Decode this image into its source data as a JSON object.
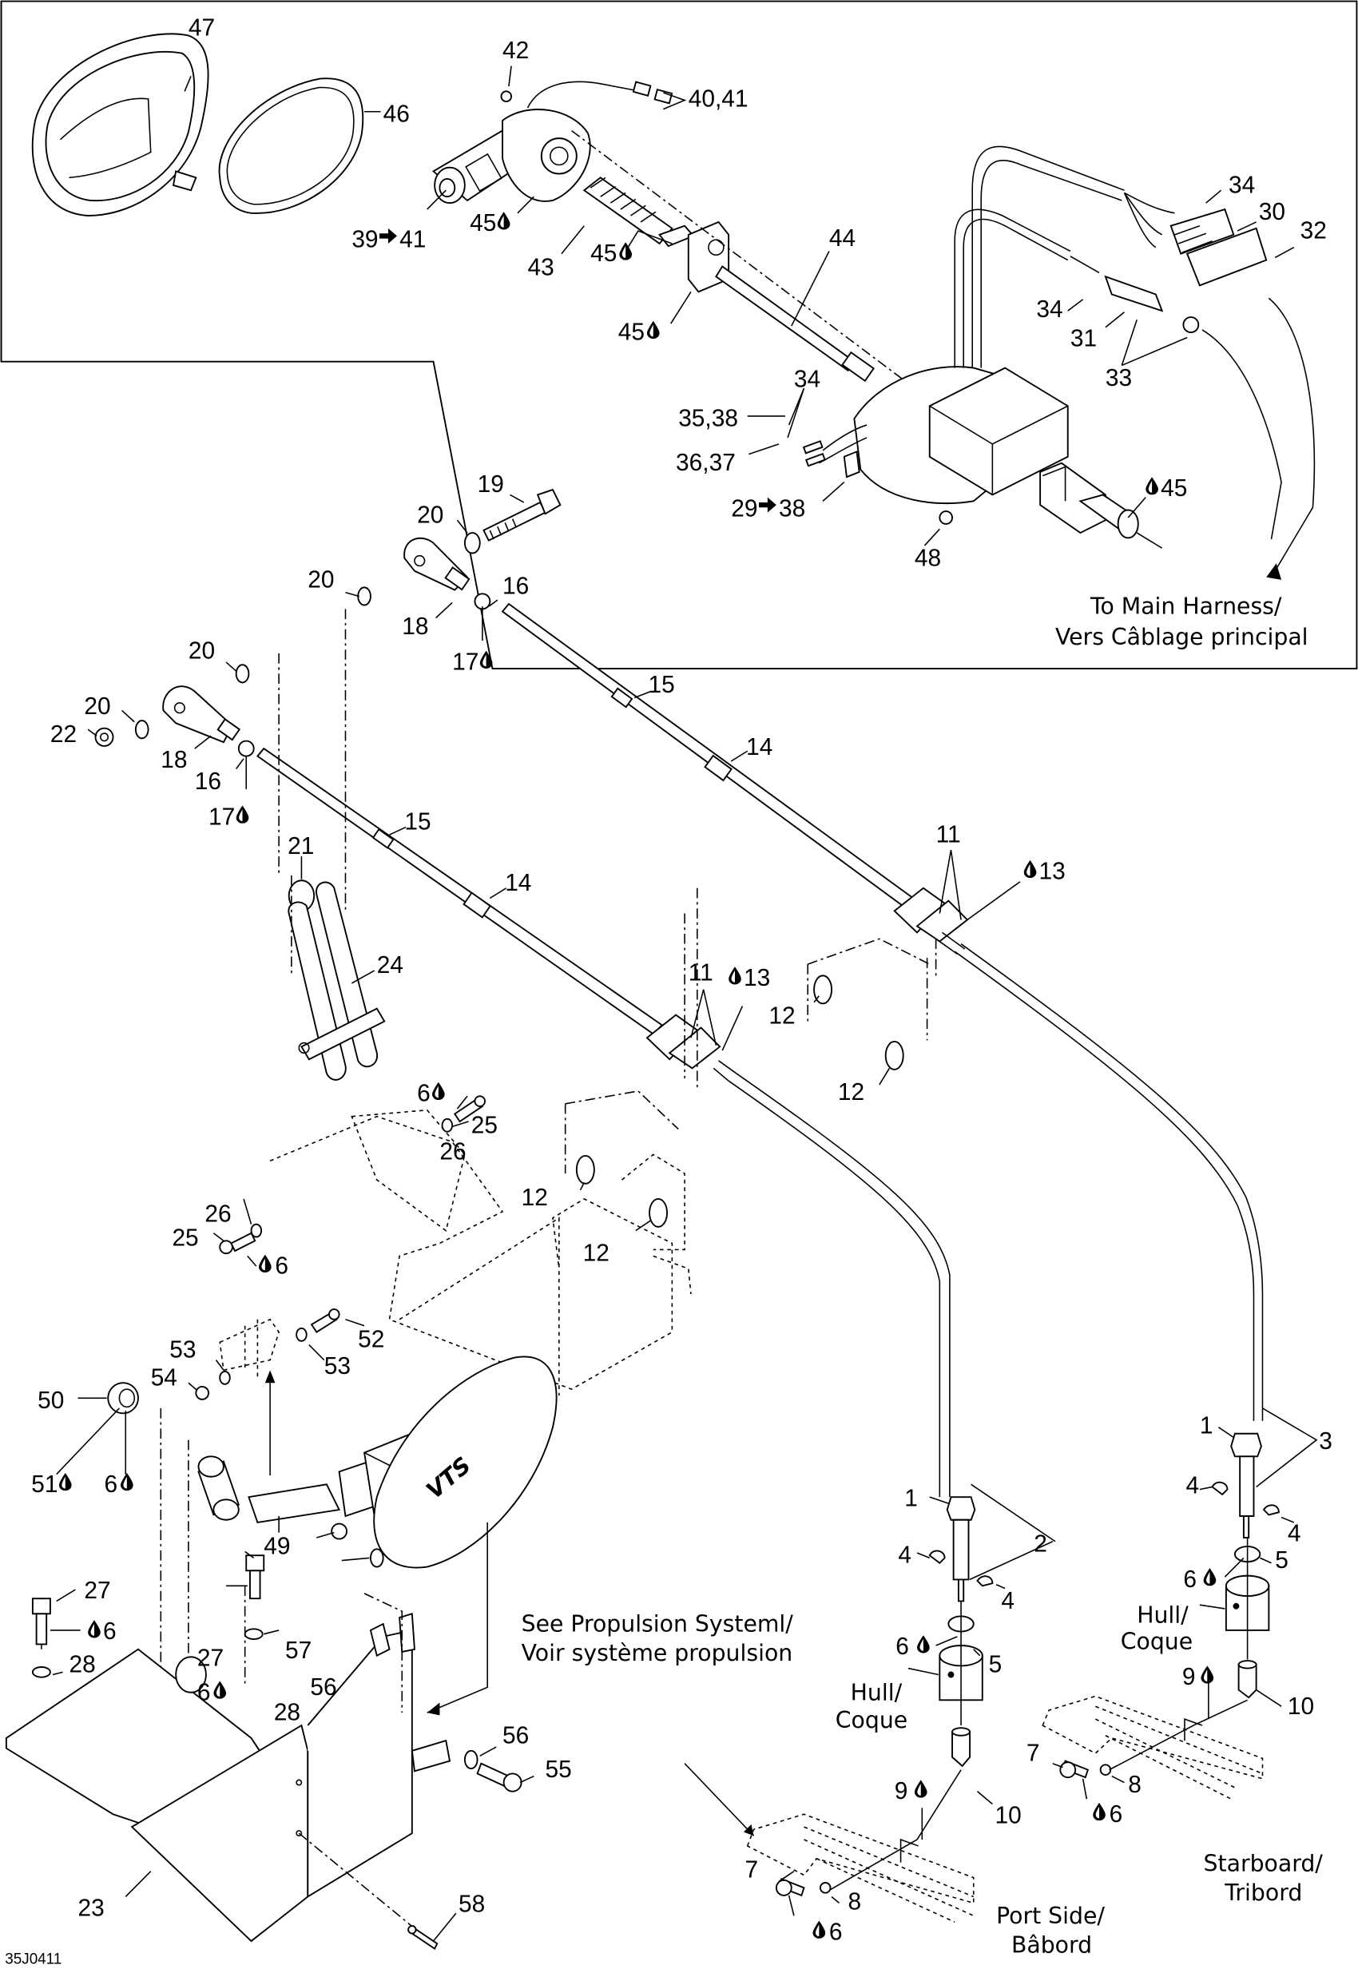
{
  "document": {
    "drawing_code": "35J0411",
    "legend": {
      "drop_icon": "lubricant/threadlocker drop-icon"
    }
  },
  "callouts": {
    "c47": "47",
    "c46": "46",
    "c42": "42",
    "c40_41": "40,41",
    "c39_41_a": "39",
    "c39_41_b": "41",
    "c45_a": "45",
    "c45_b": "45",
    "c45_c": "45",
    "c45_d": "45",
    "c43": "43",
    "c44": "44",
    "c34_a": "34",
    "c30": "30",
    "c32": "32",
    "c34_b": "34",
    "c31": "31",
    "c33": "33",
    "c34_c": "34",
    "c35_38": "35,38",
    "c36_37": "36,37",
    "c29_38_a": "29",
    "c29_38_b": "38",
    "c48": "48",
    "c19": "19",
    "c20_a": "20",
    "c20_b": "20",
    "c18_a": "18",
    "c16_a": "16",
    "c17_a": "17",
    "c20_c": "20",
    "c20_d": "20",
    "c22": "22",
    "c18_b": "18",
    "c16_b": "16",
    "c17_b": "17",
    "c15_a": "15",
    "c14_a": "14",
    "c15_b": "15",
    "c14_b": "14",
    "c21": "21",
    "c24": "24",
    "c11_a": "11",
    "c13_a": "13",
    "c11_b": "11",
    "c13_b": "13",
    "c12_a": "12",
    "c12_b": "12",
    "c12_c": "12",
    "c12_d": "12",
    "c6_a": "6",
    "c25_a": "25",
    "c26_a": "26",
    "c26_b": "26",
    "c25_b": "25",
    "c6_b": "6",
    "c53_a": "53",
    "c52": "52",
    "c54": "54",
    "c53_b": "53",
    "c50": "50",
    "c51": "51",
    "c6_c": "6",
    "c49": "49",
    "c27_a": "27",
    "c6_d": "6",
    "c28_a": "28",
    "c27_b": "27",
    "c6_e": "6",
    "c28_b": "28",
    "c57": "57",
    "c56_a": "56",
    "c56_b": "56",
    "c55": "55",
    "c23": "23",
    "c58": "58",
    "c1_a": "1",
    "c2": "2",
    "c4_a": "4",
    "c4_b": "4",
    "c6_f": "6",
    "c5_a": "5",
    "c9_a": "9",
    "c10_a": "10",
    "c7_a": "7",
    "c8_a": "8",
    "c6_g": "6",
    "c1_b": "1",
    "c3": "3",
    "c4_c": "4",
    "c4_d": "4",
    "c6_h": "6",
    "c5_b": "5",
    "c9_b": "9",
    "c10_b": "10",
    "c7_b": "7",
    "c8_b": "8",
    "c6_i": "6"
  },
  "notes": {
    "main_harness_1": "To Main Harness/",
    "main_harness_2": "Vers Câblage principal",
    "propulsion_1": "See Propulsion Systeml/",
    "propulsion_2": "Voir système propulsion",
    "hull_port_1": "Hull/",
    "hull_port_2": "Coque",
    "hull_stbd_1": "Hull/",
    "hull_stbd_2": "Coque",
    "port_1": "Port Side/",
    "port_2": "Bâbord",
    "stbd_1": "Starboard/",
    "stbd_2": "Tribord",
    "vts_logo": "VTS"
  }
}
